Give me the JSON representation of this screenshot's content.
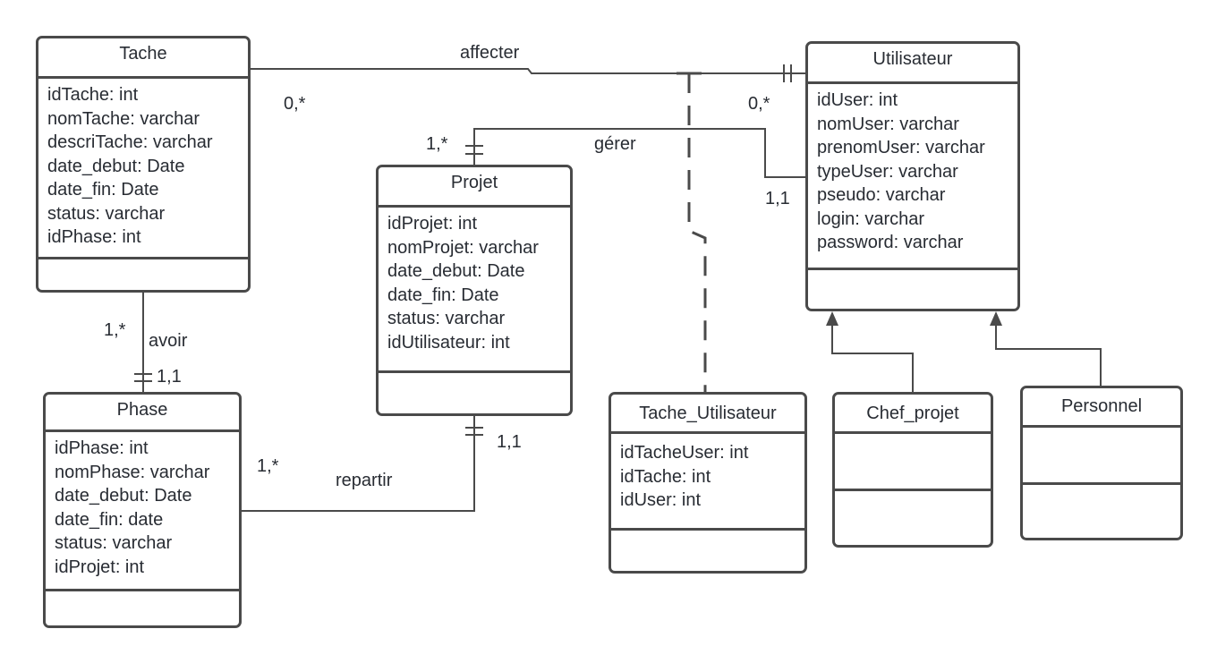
{
  "classes": {
    "tache": {
      "name": "Tache",
      "attributes": [
        "idTache: int",
        "nomTache: varchar",
        "descriTache: varchar",
        "date_debut: Date",
        "date_fin: Date",
        "status: varchar",
        "idPhase: int"
      ]
    },
    "utilisateur": {
      "name": "Utilisateur",
      "attributes": [
        "idUser: int",
        "nomUser: varchar",
        "prenomUser: varchar",
        "typeUser: varchar",
        "pseudo: varchar",
        "login: varchar",
        "password: varchar"
      ]
    },
    "projet": {
      "name": "Projet",
      "attributes": [
        "idProjet: int",
        "nomProjet: varchar",
        "date_debut: Date",
        "date_fin: Date",
        "status: varchar",
        "idUtilisateur: int"
      ]
    },
    "phase": {
      "name": "Phase",
      "attributes": [
        "idPhase: int",
        "nomPhase: varchar",
        "date_debut: Date",
        "date_fin: date",
        "status: varchar",
        "idProjet: int"
      ]
    },
    "tache_utilisateur": {
      "name": "Tache_Utilisateur",
      "attributes": [
        "idTacheUser: int",
        "idTache: int",
        "idUser: int"
      ]
    },
    "chef_projet": {
      "name": "Chef_projet",
      "attributes": []
    },
    "personnel": {
      "name": "Personnel",
      "attributes": []
    }
  },
  "associations": {
    "affecter": {
      "name": "affecter",
      "mult_tache": "0,*",
      "mult_user": "0,*"
    },
    "gerer": {
      "name": "gérer",
      "mult_projet": "1,*",
      "mult_user": "1,1"
    },
    "avoir": {
      "name": "avoir",
      "mult_tache": "1,*",
      "mult_phase": "1,1"
    },
    "repartir": {
      "name": "repartir",
      "mult_phase": "1,*",
      "mult_projet": "1,1"
    }
  },
  "colors": {
    "line": "#4a4a4a",
    "text": "#282c33",
    "background": "#ffffff"
  }
}
